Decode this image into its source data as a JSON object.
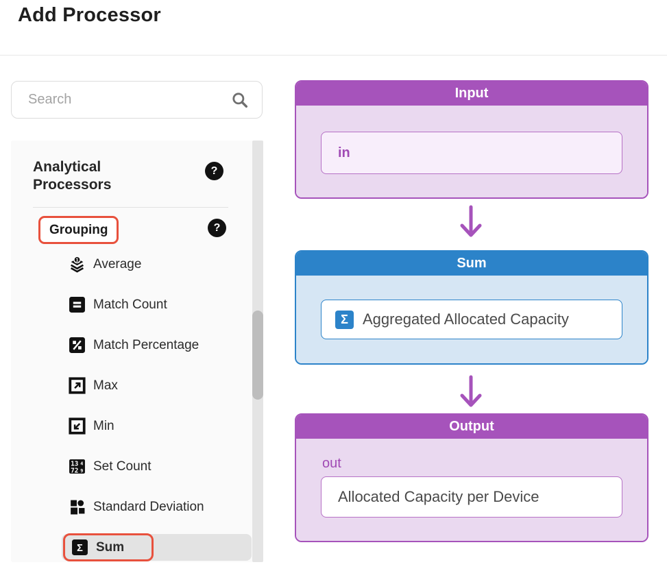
{
  "window": {
    "title": "Add Processor"
  },
  "search": {
    "placeholder": "Search",
    "icon": "search-icon"
  },
  "sidebar": {
    "section": {
      "title": "Analytical Processors",
      "help_icon": "help-icon"
    },
    "group": {
      "label": "Grouping",
      "help_icon": "help-icon",
      "annotated": true
    },
    "items": [
      {
        "label": "Average",
        "icon": "average-icon"
      },
      {
        "label": "Match Count",
        "icon": "match-count-icon"
      },
      {
        "label": "Match Percentage",
        "icon": "match-percentage-icon"
      },
      {
        "label": "Max",
        "icon": "max-icon"
      },
      {
        "label": "Min",
        "icon": "min-icon"
      },
      {
        "label": "Set Count",
        "icon": "set-count-icon"
      },
      {
        "label": "Standard Deviation",
        "icon": "standard-deviation-icon"
      },
      {
        "label": "Sum",
        "icon": "sum-icon",
        "selected": true,
        "annotated": true
      }
    ]
  },
  "flow": {
    "input_card": {
      "title": "Input",
      "port_value": "in"
    },
    "processor_card": {
      "title": "Sum",
      "chip": {
        "icon": "sigma-icon",
        "label": "Aggregated Allocated Capacity"
      }
    },
    "output_card": {
      "title": "Output",
      "port_label": "out",
      "field_value": "Allocated Capacity per Device"
    },
    "connector_icon": "arrow-down-icon"
  },
  "icons": {
    "help_glyph": "?",
    "sigma_glyph": "Σ",
    "set_count": [
      "13",
      "4",
      "72",
      "9"
    ]
  },
  "colors": {
    "accent_purple": "#a653bb",
    "accent_blue": "#2c83c9",
    "annotation_red": "#e8513d",
    "purple_card_body": "#ead9f0",
    "blue_card_body": "#d6e6f4",
    "selected_row_gray": "#e3e3e3"
  }
}
